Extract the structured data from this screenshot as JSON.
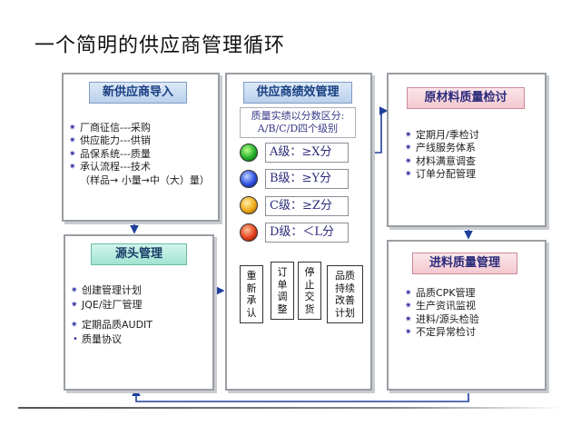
{
  "title": "一个简明的供应商管理循环",
  "boxes": {
    "new_supplier": {
      "header": "新供应商导入",
      "items": [
        "厂商征信---采购",
        "供应能力---供销",
        "品保系统---质量",
        "承认流程---技术"
      ],
      "sub_note": "（样品→ 小量→中（大）量）"
    },
    "source": {
      "header": "源头管理",
      "items": [
        "创建管理计划",
        "JQE/驻厂管理",
        "定期品质AUDIT",
        "质量协议"
      ]
    },
    "performance": {
      "header": "供应商绩效管理",
      "note_line1": "质量实绩以分数区分:",
      "note_line2": "A/B/C/D四个级别",
      "grades": [
        {
          "label": "A级：≥X分",
          "color": "#22b02a"
        },
        {
          "label": "B级：≥Y分",
          "color": "#2f4fe0"
        },
        {
          "label": "C级：≥Z分",
          "color": "#f0a818"
        },
        {
          "label": "D级：＜L分",
          "color": "#e4401a"
        }
      ],
      "actions": [
        "重新承认",
        "订单调整",
        "停止交货",
        "品质持续改善计划"
      ]
    },
    "raw_material": {
      "header": "原材料质量检讨",
      "items": [
        "定期月/季检讨",
        "产线服务体系",
        "材料满意调查",
        "订单分配管理"
      ]
    },
    "incoming": {
      "header": "进料质量管理",
      "items": [
        "品质CPK管理",
        "生产资讯监视",
        "进料/源头检验",
        "不定异常检讨"
      ]
    }
  },
  "colors": {
    "border": "#9a9ea3",
    "arrow": "#1f3f9c",
    "bullet": "#3b3ba8"
  }
}
